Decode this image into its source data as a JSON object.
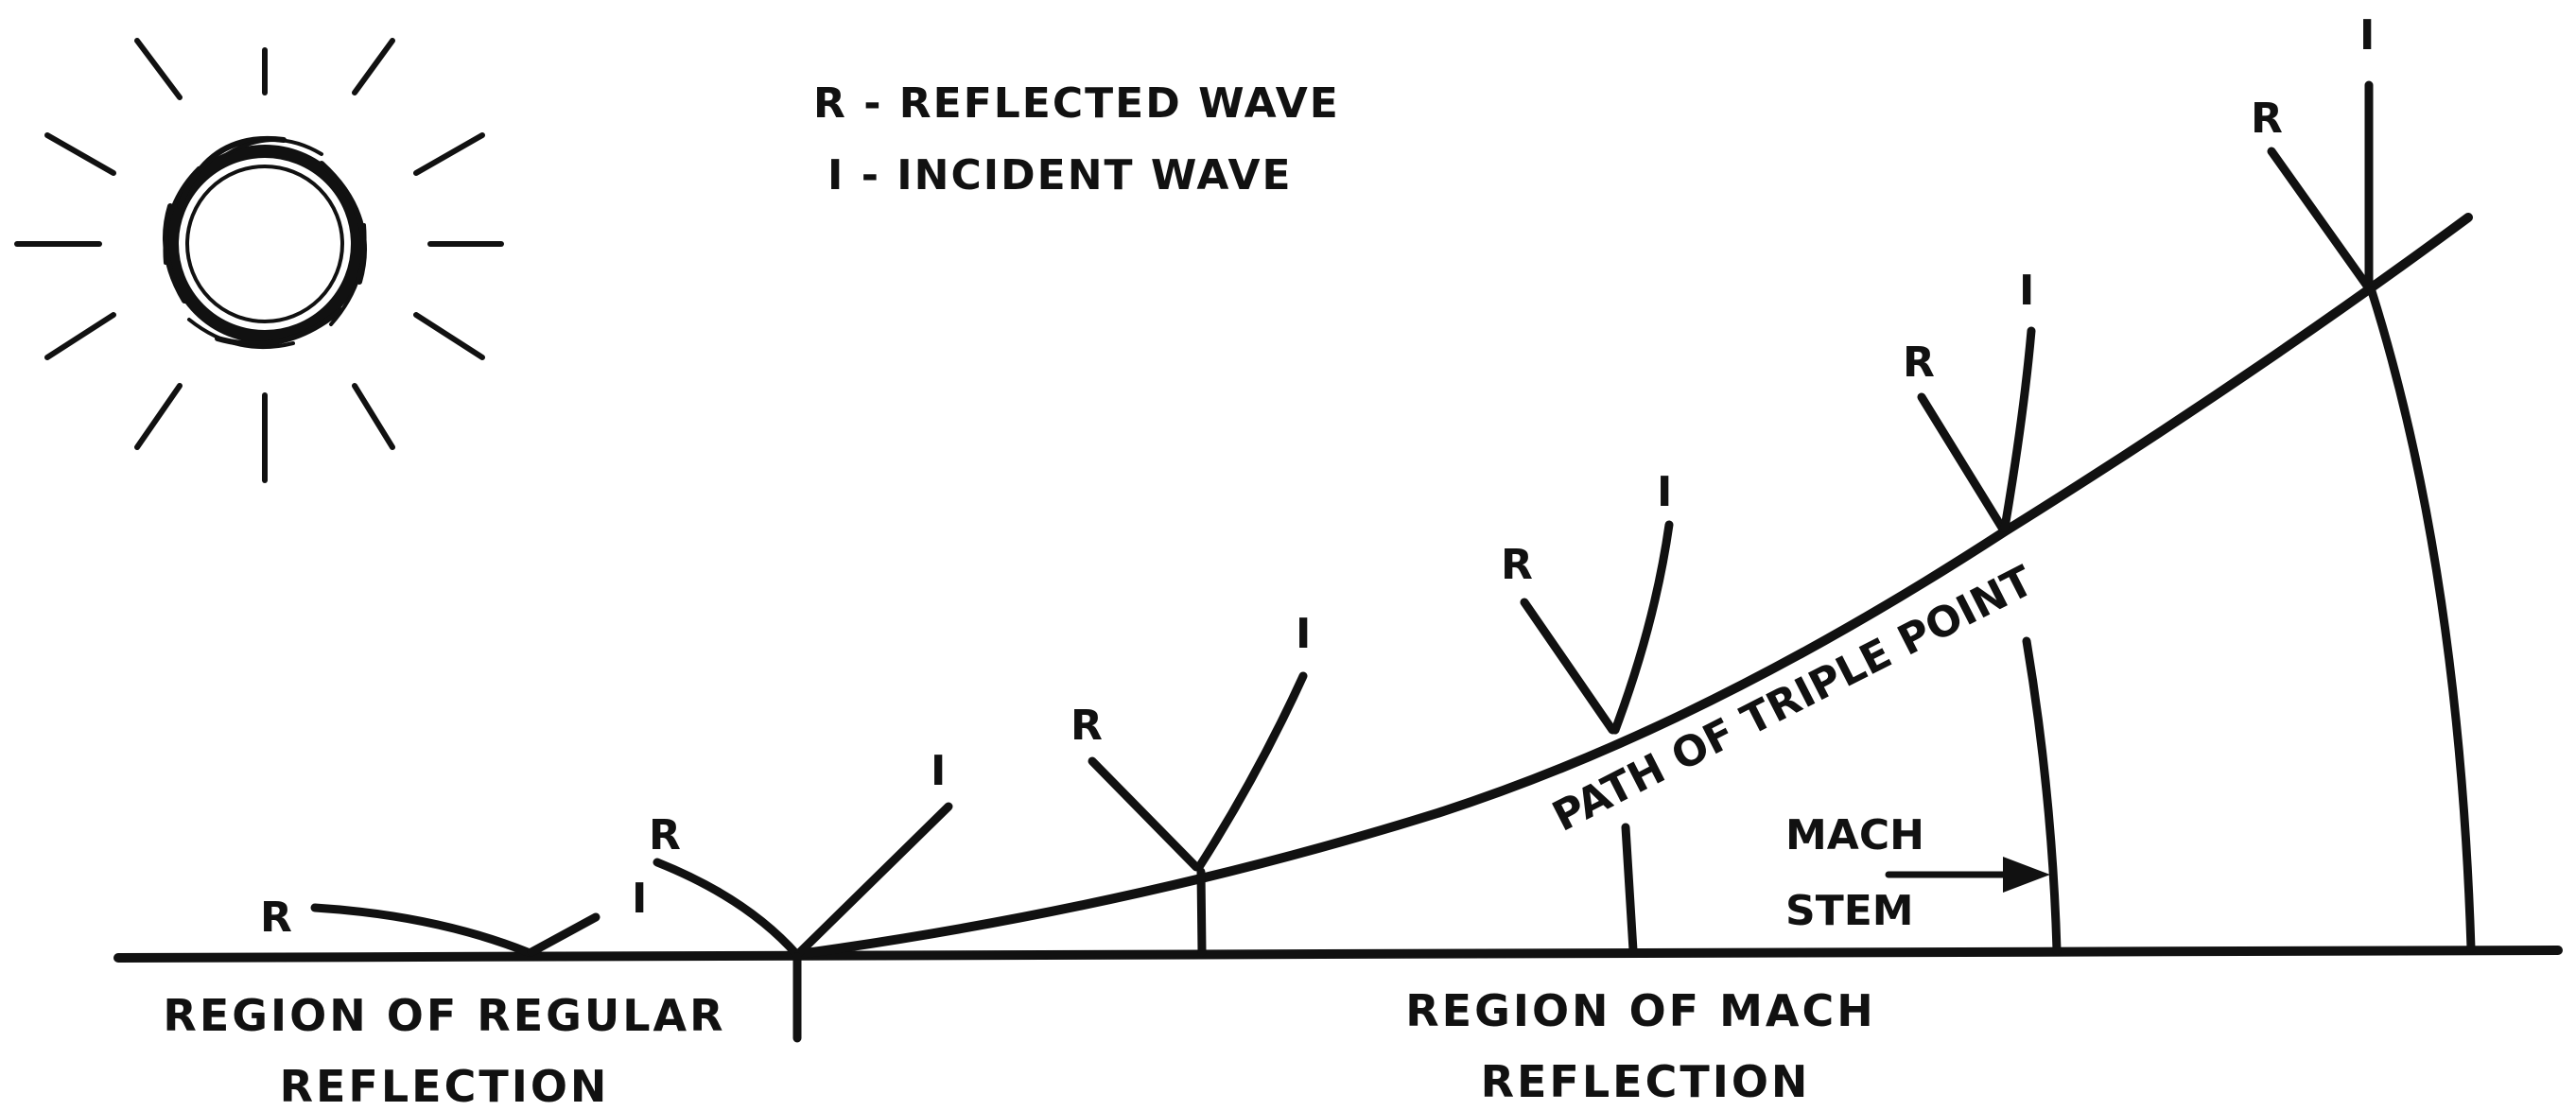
{
  "legend": {
    "reflected": "R - REFLECTED WAVE",
    "incident": "I - INCIDENT WAVE"
  },
  "wave_labels": {
    "reflected": "R",
    "incident": "I"
  },
  "path_label": "PATH OF TRIPLE POINT",
  "mach_stem": {
    "line1": "MACH",
    "line2": "STEM"
  },
  "regions": {
    "regular": {
      "line1": "REGION OF REGULAR",
      "line2": "REFLECTION"
    },
    "mach": {
      "line1": "REGION OF MACH",
      "line2": "REFLECTION"
    }
  },
  "icons": [
    "sun-icon",
    "arrow-icon"
  ],
  "colors": {
    "ink": "#111111",
    "background": "#ffffff"
  }
}
